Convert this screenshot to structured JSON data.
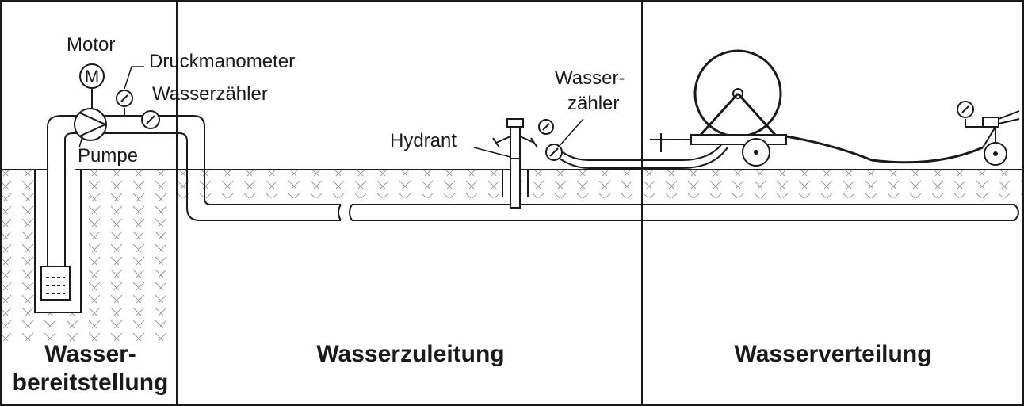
{
  "sections": {
    "supply_line1": "Wasser-",
    "supply_line2": "bereitstellung",
    "conveyance": "Wasserzuleitung",
    "distribution": "Wasserverteilung"
  },
  "labels": {
    "motor": "Motor",
    "motor_symbol": "M",
    "pressure_gauge": "Druckmanometer",
    "water_meter": "Wasserzähler",
    "pump": "Pumpe",
    "hydrant": "Hydrant",
    "water_meter_2_line1": "Wasser-",
    "water_meter_2_line2": "zähler"
  },
  "colors": {
    "ink": "#1a1a1a",
    "hatch": "#9a9a9a",
    "background": "#ffffff"
  }
}
